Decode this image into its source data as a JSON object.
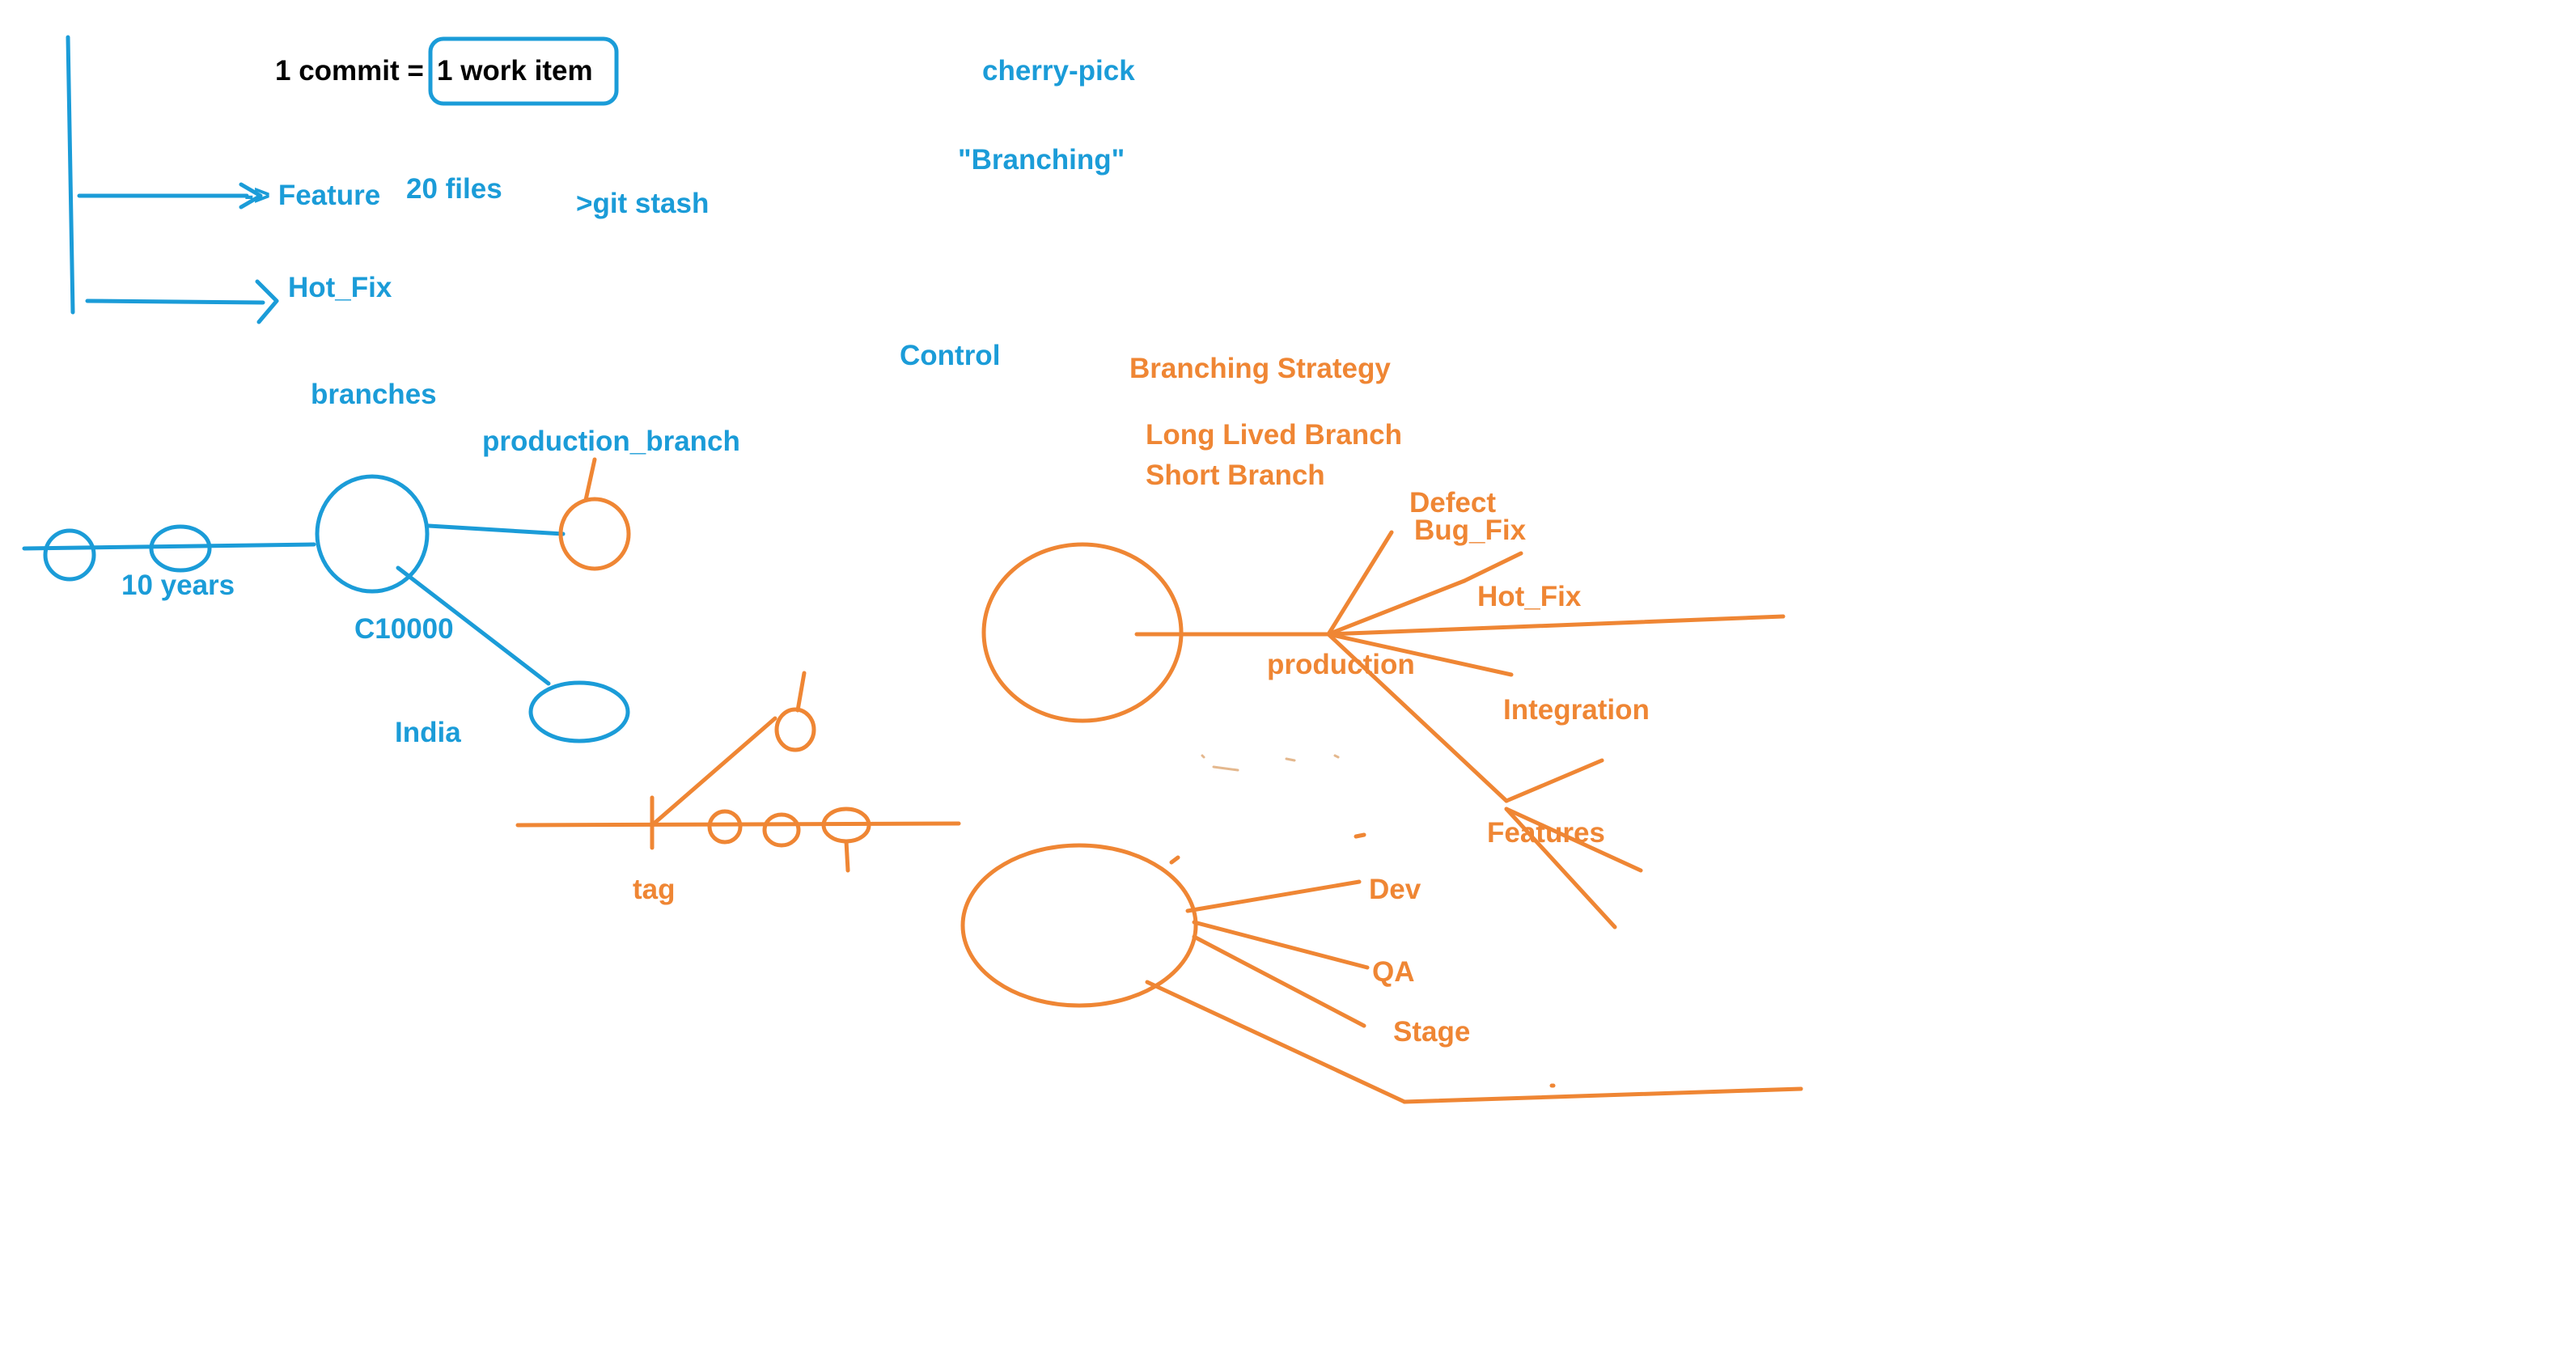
{
  "colors": {
    "blue": "#1b9cd8",
    "orange": "#ef8634",
    "black": "#000000",
    "background": "#ffffff"
  },
  "labels": {
    "commit": "1 commit =",
    "work_item": "1 work item",
    "cherry_pick": "cherry-pick",
    "branching_quoted": "\"Branching\"",
    "feature": "-> Feature",
    "files": "20 files",
    "git_stash": ">git stash",
    "hot_fix_top": "Hot_Fix",
    "control": "Control",
    "branching_strategy": "Branching Strategy",
    "branches": "branches",
    "production_branch": "production_branch",
    "long_lived": "Long Lived Branch",
    "short_branch": "Short Branch",
    "defect": "Defect",
    "bug_fix": "Bug_Fix",
    "hot_fix": "Hot_Fix",
    "ten_years": "10 years",
    "c10000": "C10000",
    "production": "production",
    "integration": "Integration",
    "india": "India",
    "features": "Features",
    "tag": "tag",
    "dev": "Dev",
    "qa": "QA",
    "stage": "Stage"
  }
}
